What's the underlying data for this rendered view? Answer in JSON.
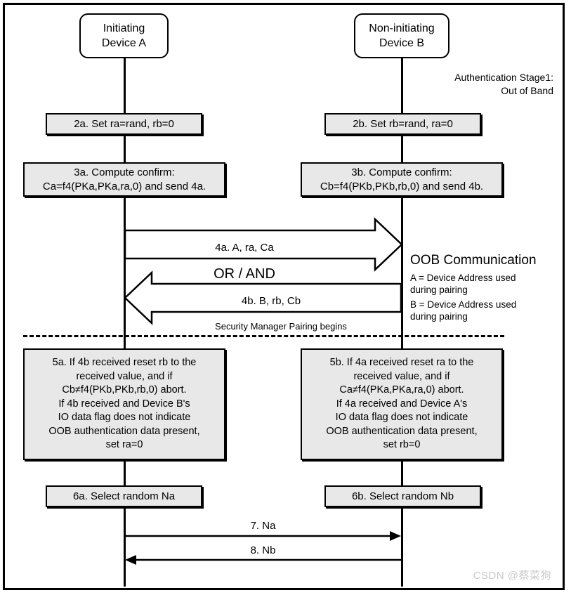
{
  "diagram": {
    "title_note": "Authentication Stage1:\nOut of Band",
    "watermark": "CSDN @蔡菜狗",
    "separator_label": "Security Manager Pairing begins"
  },
  "actors": [
    {
      "id": "device-a",
      "label": "Initiating\nDevice A"
    },
    {
      "id": "device-b",
      "label": "Non-initiating\nDevice B"
    }
  ],
  "steps": {
    "s2a": "2a. Set ra=rand, rb=0",
    "s2b": "2b. Set rb=rand, ra=0",
    "s3a": "3a. Compute confirm:\nCa=f4(PKa,PKa,ra,0) and send 4a.",
    "s3b": "3b. Compute confirm:\nCb=f4(PKb,PKb,rb,0) and send 4b.",
    "s5a": "5a. If 4b received reset rb to the\nreceived value, and if\nCb≠f4(PKb,PKb,rb,0) abort.\nIf 4b received and Device B's\nIO data flag does not indicate\nOOB authentication data present,\nset ra=0",
    "s5b": "5b. If 4a received reset ra to the\nreceived value, and if\nCa≠f4(PKa,PKa,ra,0) abort.\nIf 4a received and Device A's\nIO data flag does not indicate\nOOB authentication data present,\nset rb=0",
    "s6a": "6a. Select random Na",
    "s6b": "6b. Select random Nb"
  },
  "messages": {
    "m4a": "4a. A, ra, Ca",
    "or_and": "OR / AND",
    "m4b": "4b. B, rb, Cb",
    "m7": "7. Na",
    "m8": "8. Nb"
  },
  "oob": {
    "title": "OOB Communication",
    "line_a": "A = Device Address used\n        during pairing",
    "line_b": "B = Device Address used\n        during pairing"
  },
  "colors": {
    "box_fill": "#e8e8e8",
    "stroke": "#000000",
    "background": "#ffffff",
    "watermark": "#c9c9c9"
  }
}
